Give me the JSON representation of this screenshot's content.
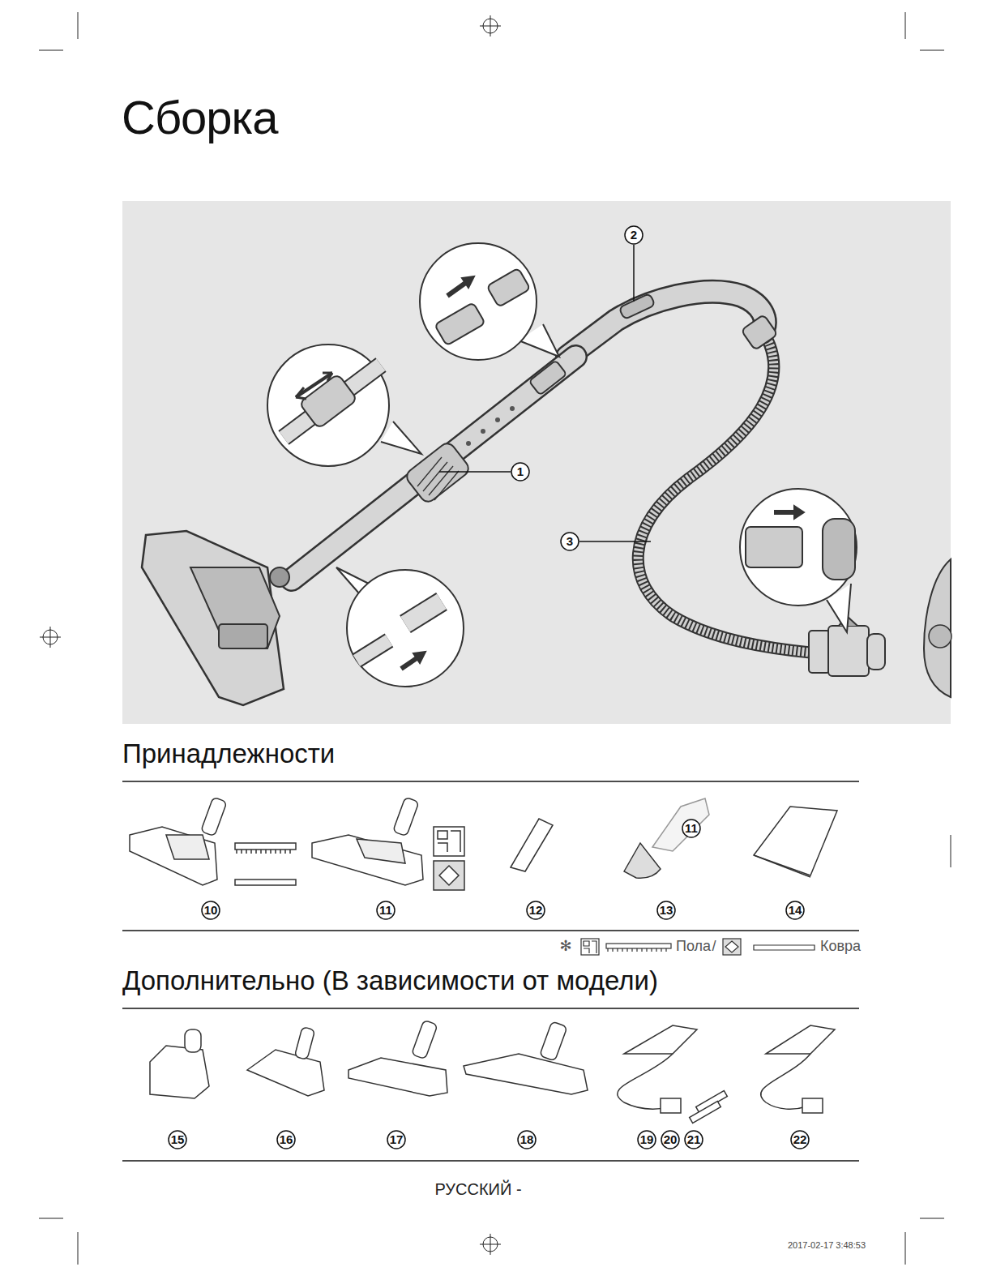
{
  "diagram": {
    "title": "Сборка",
    "labels": [
      "2",
      "1",
      "3",
      "Принадлежности",
      "11",
      "10",
      "11",
      "12",
      "13",
      "14",
      "✻",
      "/",
      "Дополнительно (В зависимости от модели)",
      "15",
      "16",
      "17",
      "18",
      "19",
      "20",
      "21",
      "22",
      "РУССКИЙ -",
      "2017-02-17 3:48:53"
    ],
    "legend": [
      {
        "text": "Пола"
      },
      {
        "text": "Ковра"
      }
    ]
  }
}
